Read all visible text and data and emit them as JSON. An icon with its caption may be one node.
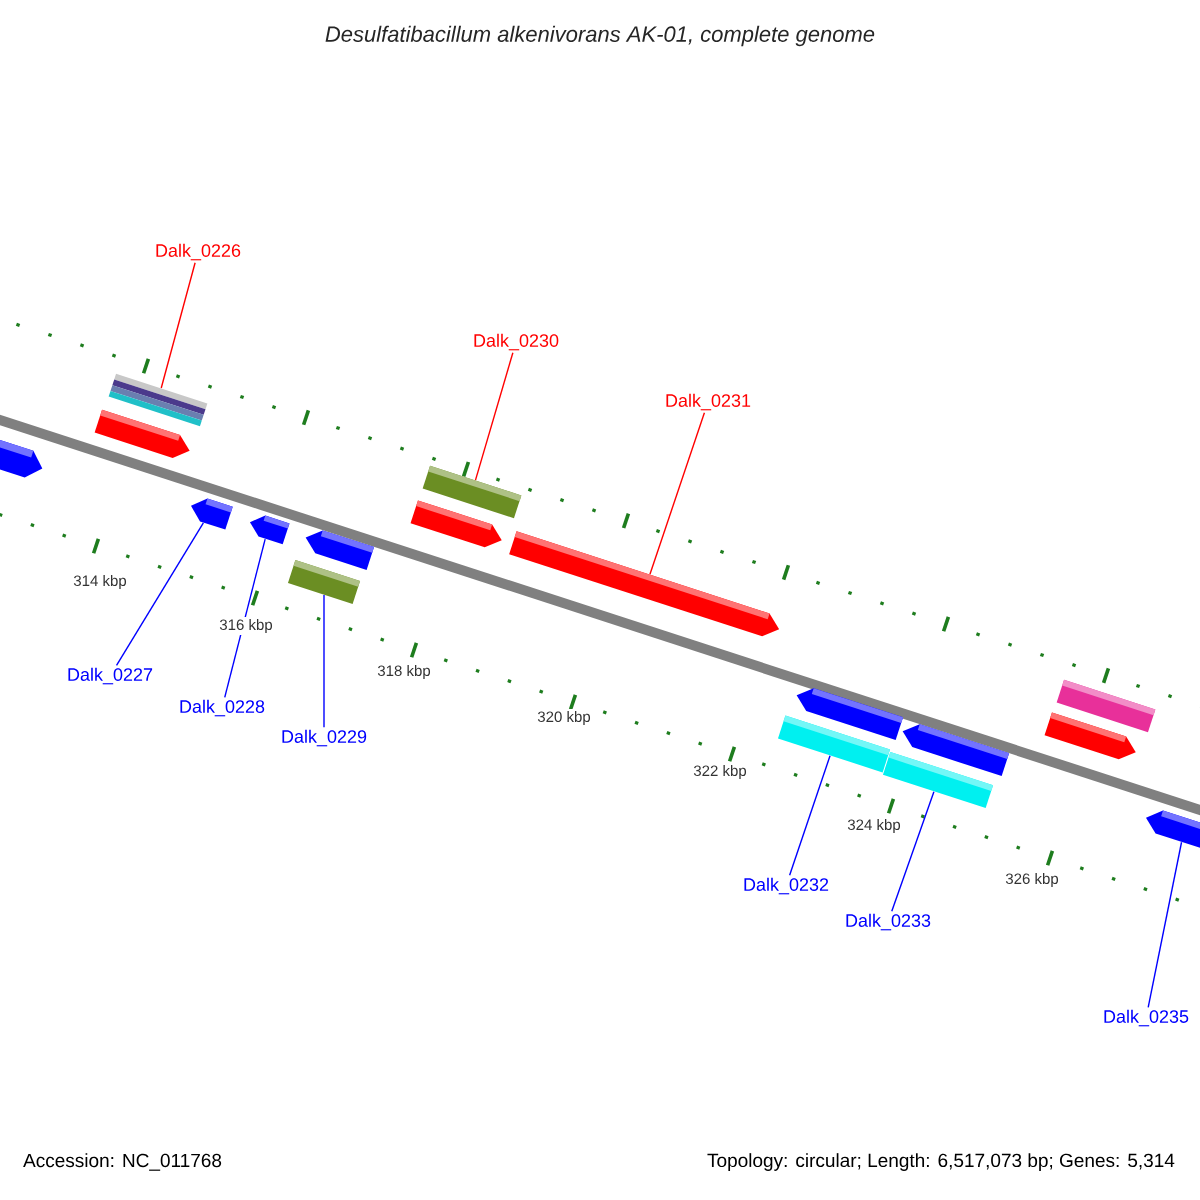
{
  "diagram": {
    "title": "Desulfatibacillum alkenivorans AK-01, complete genome",
    "nodes": [
      {
        "text": [
          "Dalk_0226"
        ]
      },
      {
        "text": [
          "Dalk_0230"
        ]
      },
      {
        "text": [
          "Dalk_0231"
        ]
      },
      {
        "text": [
          "Dalk_0227"
        ]
      },
      {
        "text": [
          "Dalk_0228"
        ]
      },
      {
        "text": [
          "Dalk_0229"
        ]
      },
      {
        "text": [
          "Dalk_0232"
        ]
      },
      {
        "text": [
          "Dalk_0233"
        ]
      },
      {
        "text": [
          "Dalk_0235"
        ]
      },
      {
        "text": [],
        "shape": "arrow"
      },
      {
        "text": [],
        "shape": "arrow"
      },
      {
        "text": [],
        "shape": "bar"
      },
      {
        "text": [],
        "shape": "arrow"
      },
      {
        "text": [],
        "shape": "arrow"
      },
      {
        "text": [],
        "shape": "bar"
      },
      {
        "text": [],
        "shape": "arrow"
      },
      {
        "text": [],
        "shape": "arrow"
      },
      {
        "text": [],
        "shape": "bar"
      },
      {
        "text": [],
        "shape": "arrow"
      },
      {
        "text": [],
        "shape": "bar"
      },
      {
        "text": [],
        "shape": "arrow"
      },
      {
        "text": [],
        "shape": "bar"
      },
      {
        "text": [],
        "shape": "arrow"
      },
      {
        "text": [],
        "shape": "arrow"
      },
      {
        "text": [],
        "shape": "bar"
      },
      {
        "text": [],
        "shape": "arrow"
      }
    ],
    "edges": [
      {
        "from": 0,
        "to": 11,
        "arrow": "none",
        "color": "#ff0000"
      },
      {
        "from": 1,
        "to": 17,
        "arrow": "none",
        "color": "#ff0000"
      },
      {
        "from": 2,
        "to": 18,
        "arrow": "none",
        "color": "#ff0000"
      },
      {
        "from": 3,
        "to": 12,
        "arrow": "none"
      },
      {
        "from": 4,
        "to": 13,
        "arrow": "none"
      },
      {
        "from": 5,
        "to": 14,
        "arrow": "none"
      },
      {
        "from": 6,
        "to": 19,
        "arrow": "none"
      },
      {
        "from": 7,
        "to": 21,
        "arrow": "none"
      },
      {
        "from": 8,
        "to": 25,
        "arrow": "none"
      }
    ],
    "labels": [
      "314 kbp",
      "316 kbp",
      "318 kbp",
      "320 kbp",
      "322 kbp",
      "324 kbp",
      "326 kbp",
      "Accession: NC_011768",
      "Topology: circular; Length: 6,517,073 bp; Genes: 5,314"
    ]
  }
}
